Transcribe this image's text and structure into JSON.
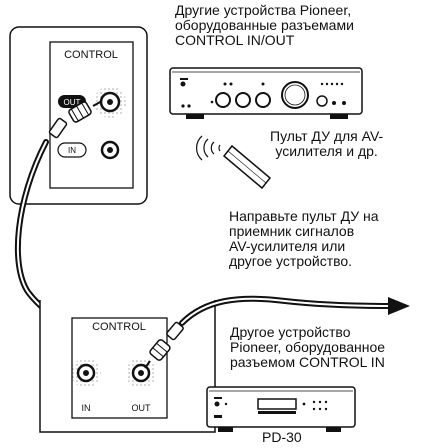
{
  "top_device": {
    "caption_lines": [
      "Другие устройства Pioneer,",
      "оборудованные разъемами",
      "CONTROL IN/OUT"
    ]
  },
  "top_panel": {
    "title": "CONTROL",
    "out_label": "OUT",
    "in_label": "IN"
  },
  "remote": {
    "caption_lines": [
      "Пульт ДУ для AV-",
      "усилителя и др."
    ]
  },
  "instruction": {
    "lines": [
      "Направьте пульт ДУ на",
      "приемник сигналов",
      "AV-усилителя или",
      "другое устройство."
    ]
  },
  "bottom_panel": {
    "title": "CONTROL",
    "in_label": "IN",
    "out_label": "OUT"
  },
  "bottom_device": {
    "caption_lines": [
      "Другое устройство",
      "Pioneer, оборудованное",
      "разъемом CONTROL IN"
    ],
    "model": "PD-30"
  }
}
